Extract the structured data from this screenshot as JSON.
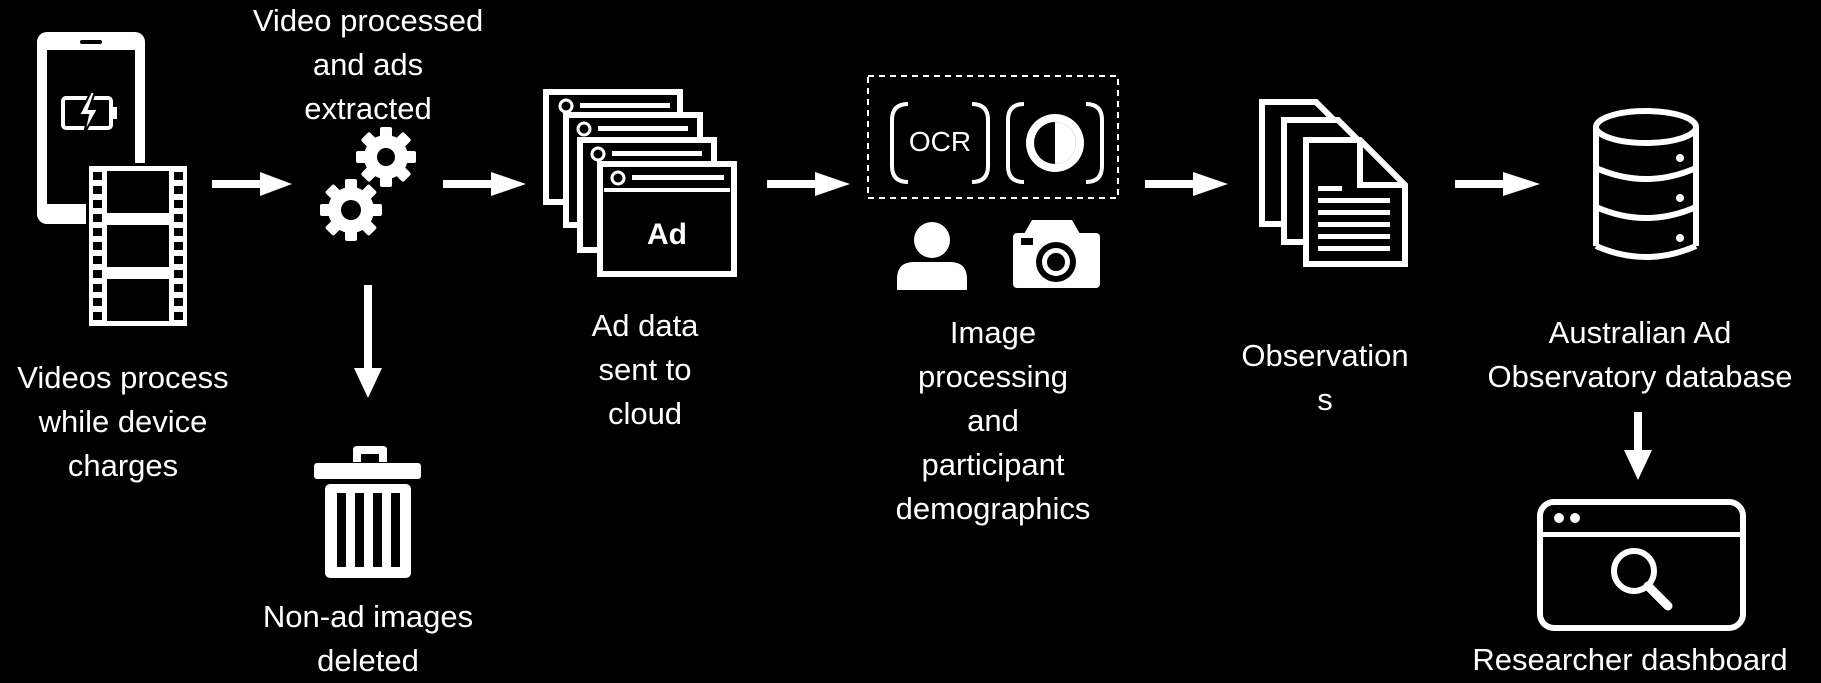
{
  "labels": {
    "videos": "Videos process\nwhile device\ncharges",
    "processed": "Video processed\nand ads\nextracted",
    "deleted": "Non-ad images\ndeleted",
    "cloud": "Ad data\nsent to\ncloud",
    "image_processing": "Image\nprocessing\nand\nparticipant\ndemographics",
    "observations": "Observation\ns",
    "database": "Australian Ad\nObservatory database",
    "dashboard": "Researcher dashboard"
  },
  "icon_text": {
    "ad": "Ad",
    "ocr": "OCR"
  },
  "colors": {
    "background": "#000000",
    "foreground": "#ffffff"
  },
  "icons": [
    "phone-charging-icon",
    "film-strip-icon",
    "gears-icon",
    "trash-icon",
    "ad-windows-icon",
    "ocr-icon",
    "contrast-icon",
    "person-icon",
    "camera-icon",
    "documents-icon",
    "database-icon",
    "dashboard-search-icon"
  ]
}
